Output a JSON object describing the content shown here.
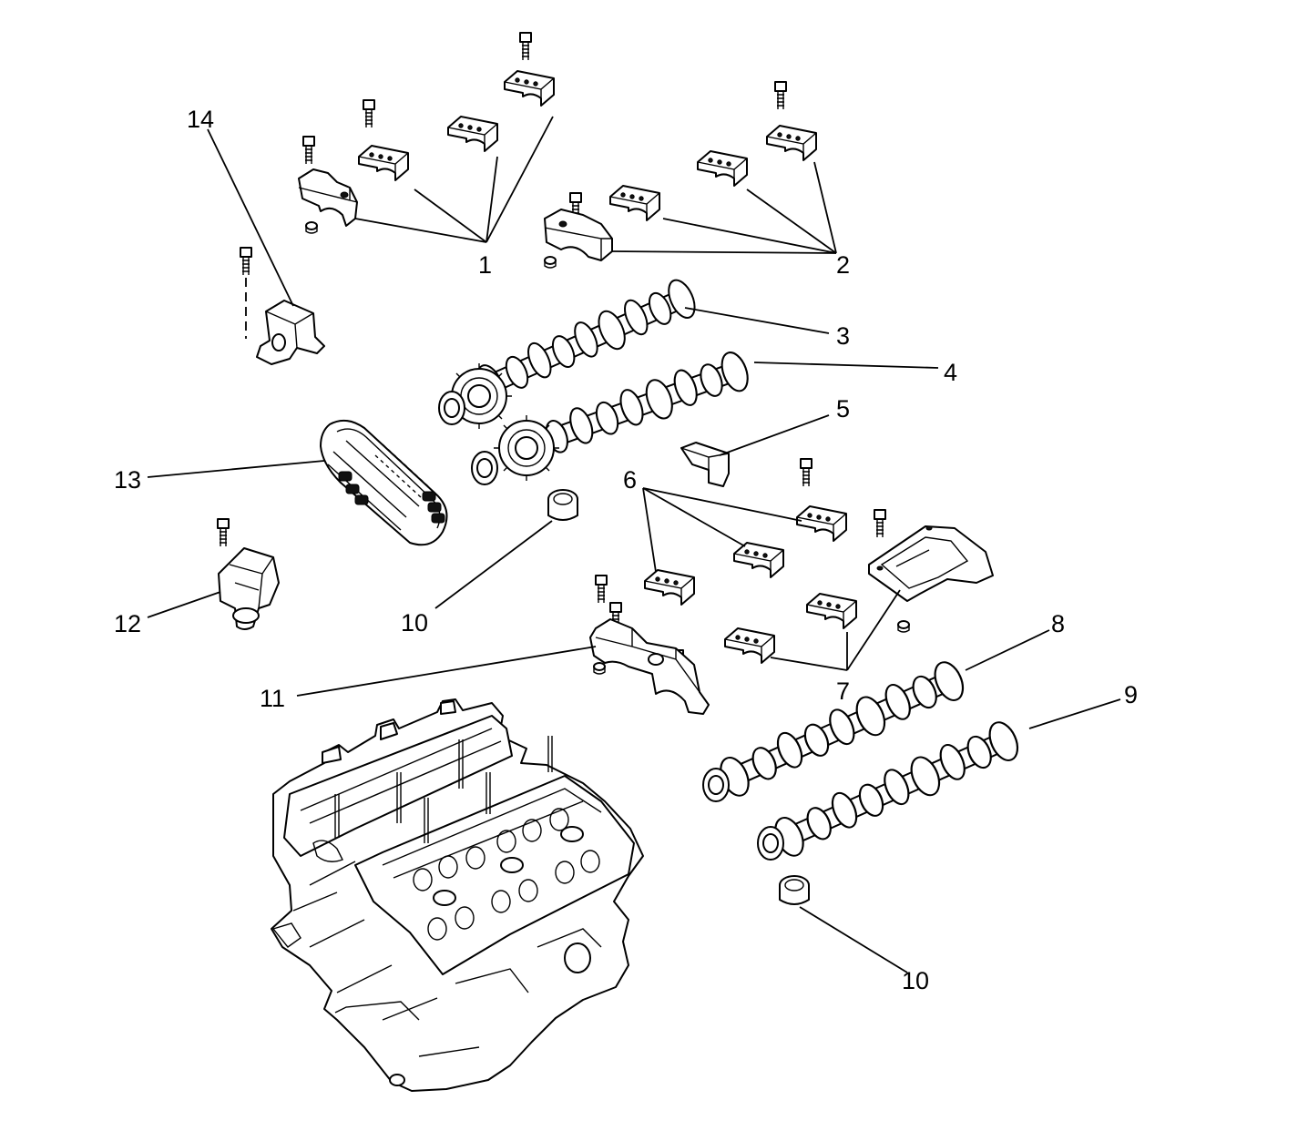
{
  "diagram": {
    "callouts": {
      "c1": "1",
      "c2": "2",
      "c3": "3",
      "c4": "4",
      "c5": "5",
      "c6": "6",
      "c7": "7",
      "c8": "8",
      "c9": "9",
      "c10a": "10",
      "c10b": "10",
      "c11": "11",
      "c12": "12",
      "c13": "13",
      "c14": "14"
    }
  }
}
